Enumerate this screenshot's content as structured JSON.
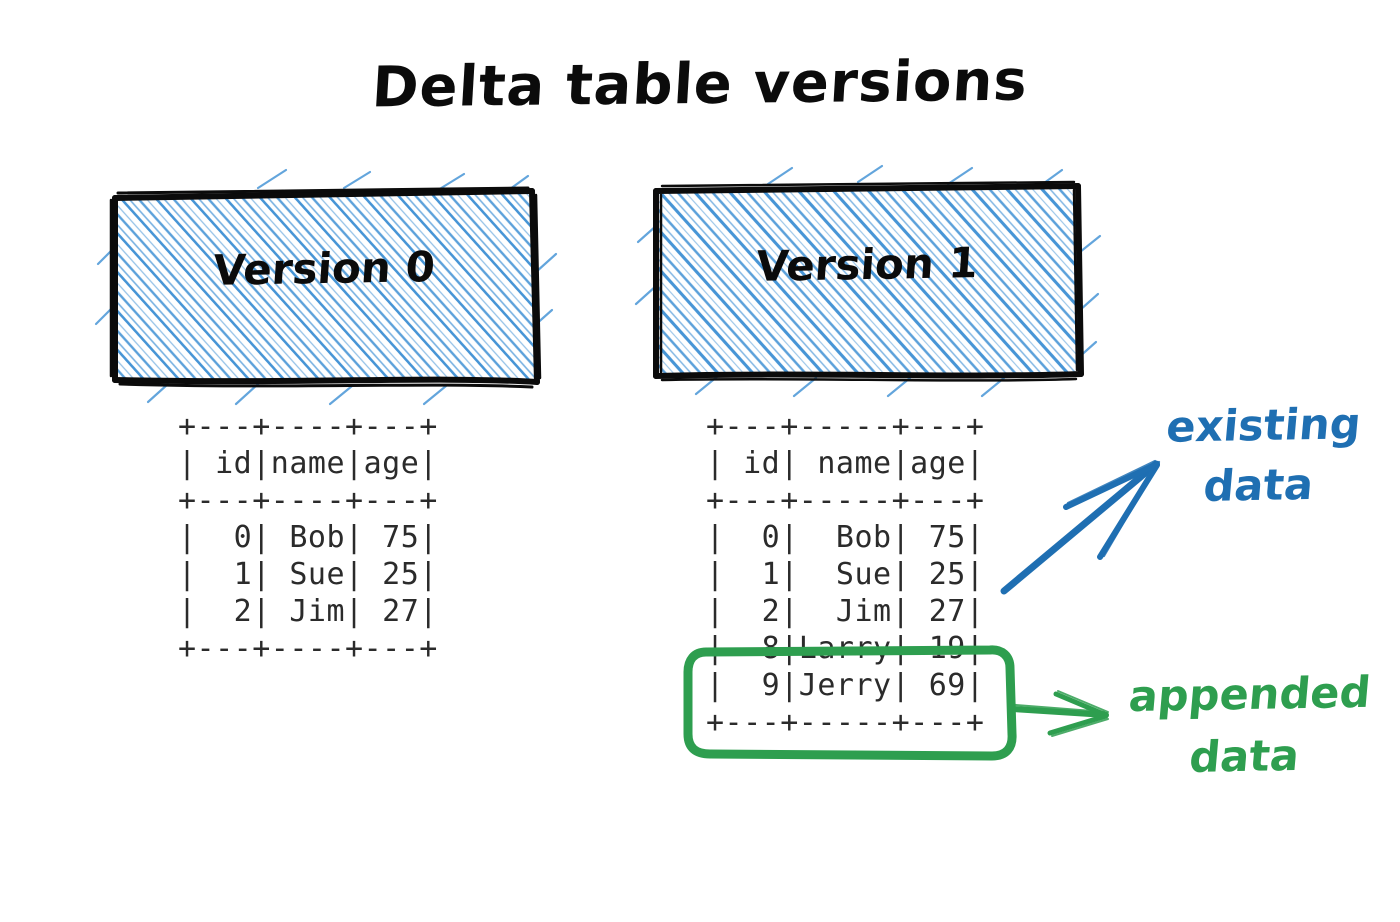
{
  "title": "Delta table versions",
  "colors": {
    "ink": "#0b0b0b",
    "hatch_blue": "#3d8fd4",
    "annotation_blue": "#1f6fb2",
    "annotation_green": "#2e9e4f",
    "table_text": "#2b2b2b",
    "background": "#ffffff"
  },
  "versions": [
    {
      "id": "version-0",
      "label": "Version 0",
      "table": {
        "border_top": "+---+----+---+",
        "header_row": "| id|name|age|",
        "border_mid": "+---+----+---+",
        "rows": [
          "|  0| Bob| 75|",
          "|  1| Sue| 25|",
          "|  2| Jim| 27|"
        ],
        "border_bottom": "+---+----+---+",
        "columns": [
          "id",
          "name",
          "age"
        ],
        "data": [
          {
            "id": "0",
            "name": "Bob",
            "age": "75"
          },
          {
            "id": "1",
            "name": "Sue",
            "age": "25"
          },
          {
            "id": "2",
            "name": "Jim",
            "age": "27"
          }
        ]
      }
    },
    {
      "id": "version-1",
      "label": "Version 1",
      "table": {
        "border_top": "+---+-----+---+",
        "header_row": "| id| name|age|",
        "border_mid": "+---+-----+---+",
        "rows_existing": [
          "|  0|  Bob| 75|",
          "|  1|  Sue| 25|",
          "|  2|  Jim| 27|"
        ],
        "rows_appended": [
          "|  8|Larry| 19|",
          "|  9|Jerry| 69|"
        ],
        "border_bottom": "+---+-----+---+",
        "columns": [
          "id",
          "name",
          "age"
        ],
        "data": [
          {
            "id": "0",
            "name": "Bob",
            "age": "75",
            "group": "existing"
          },
          {
            "id": "1",
            "name": "Sue",
            "age": "25",
            "group": "existing"
          },
          {
            "id": "2",
            "name": "Jim",
            "age": "27",
            "group": "existing"
          },
          {
            "id": "8",
            "name": "Larry",
            "age": "19",
            "group": "appended"
          },
          {
            "id": "9",
            "name": "Jerry",
            "age": "69",
            "group": "appended"
          }
        ]
      }
    }
  ],
  "annotations": {
    "existing": {
      "line1": "existing",
      "line2": "data",
      "color": "#1f6fb2"
    },
    "appended": {
      "line1": "appended",
      "line2": "data",
      "color": "#2e9e4f"
    }
  }
}
